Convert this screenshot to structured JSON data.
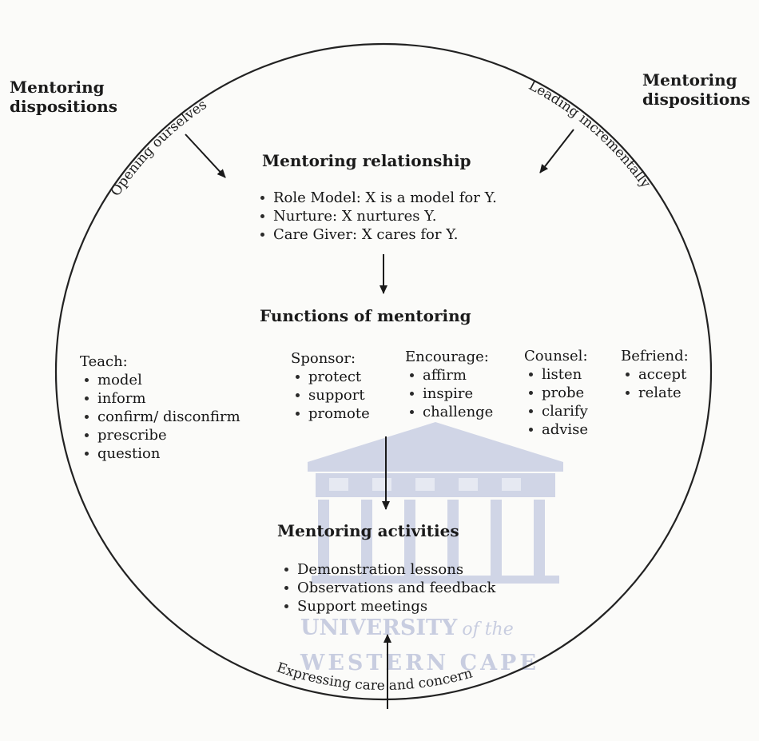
{
  "dispositions": {
    "left_label": "Mentoring dispositions",
    "right_label": "Mentoring dispositions"
  },
  "arc_labels": {
    "top_left": "Opening ourselves",
    "top_right": "Leading incrementally",
    "bottom": "Expressing care and concern"
  },
  "relationship": {
    "heading": "Mentoring relationship",
    "items": [
      "Role Model: X is a model for Y.",
      "Nurture: X nurtures Y.",
      "Care Giver: X cares for Y."
    ]
  },
  "functions": {
    "heading": "Functions of mentoring",
    "groups": [
      {
        "label": "Teach:",
        "items": [
          "model",
          "inform",
          "confirm/ disconfirm",
          "prescribe",
          "question"
        ]
      },
      {
        "label": "Sponsor:",
        "items": [
          "protect",
          "support",
          "promote"
        ]
      },
      {
        "label": "Encourage:",
        "items": [
          "affirm",
          "inspire",
          "challenge"
        ]
      },
      {
        "label": "Counsel:",
        "items": [
          "listen",
          "probe",
          "clarify",
          "advise"
        ]
      },
      {
        "label": "Befriend:",
        "items": [
          "accept",
          "relate"
        ]
      }
    ]
  },
  "activities": {
    "heading": "Mentoring activities",
    "items": [
      "Demonstration lessons",
      "Observations and feedback",
      "Support meetings"
    ]
  },
  "watermark": {
    "line1_caps": "UNIVERSITY",
    "line1_tail": "of the",
    "line2": "WESTERN CAPE"
  },
  "colors": {
    "ink": "#1a1a1a",
    "paper": "#fbfbf9",
    "watermark": "#c8cde0"
  }
}
